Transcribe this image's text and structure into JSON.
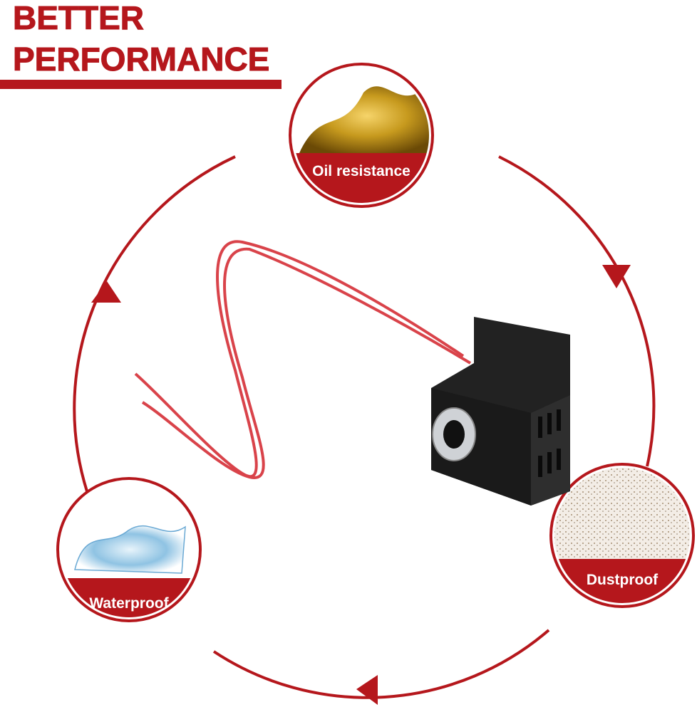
{
  "header": {
    "line1": "BETTER",
    "line2": "PERFORMANCE"
  },
  "features": [
    {
      "label": "Oil resistance",
      "icon": "oil-splash"
    },
    {
      "label": "Dustproof",
      "icon": "dust-texture"
    },
    {
      "label": "Waterproof",
      "icon": "water-splash"
    }
  ],
  "colors": {
    "accent": "#b5171c",
    "wire": "#d9434a",
    "coil": "#1c1c1c"
  }
}
